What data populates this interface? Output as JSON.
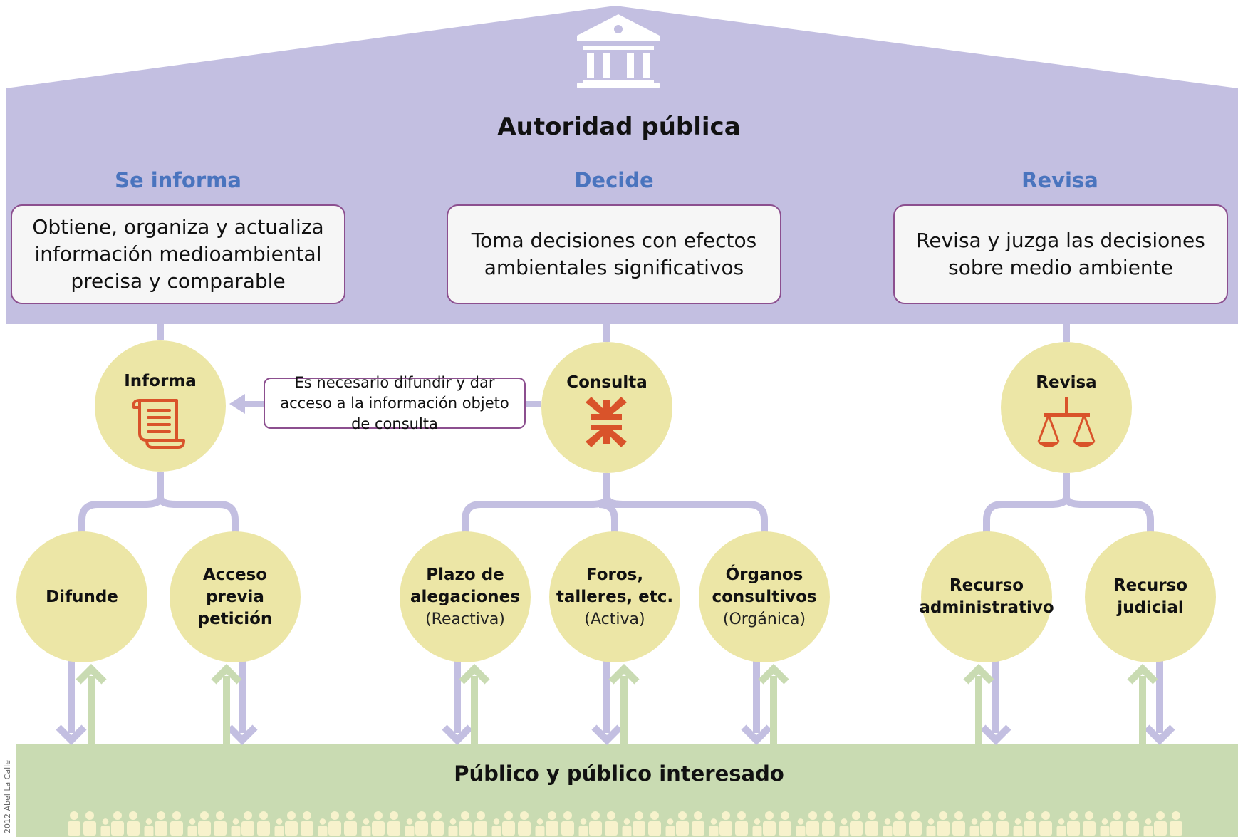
{
  "header": {
    "title": "Autoridad pública"
  },
  "columns": [
    {
      "heading": "Se informa",
      "description": "Obtiene, organiza y actualiza información medioambiental precisa y comparable"
    },
    {
      "heading": "Decide",
      "description": "Toma decisiones con efectos ambientales significativos"
    },
    {
      "heading": "Revisa",
      "description": "Revisa y juzga las decisiones sobre medio ambiente"
    }
  ],
  "hubs": [
    {
      "label": "Informa",
      "icon": "scroll-icon"
    },
    {
      "label": "Consulta",
      "icon": "arrows-inward-icon"
    },
    {
      "label": "Revisa",
      "icon": "scales-icon"
    }
  ],
  "note": "Es necesario difundir y dar acceso a la información objeto de consulta",
  "leaves": [
    {
      "lines": [
        "Difunde"
      ],
      "sub": ""
    },
    {
      "lines": [
        "Acceso",
        "previa",
        "petición"
      ],
      "sub": ""
    },
    {
      "lines": [
        "Plazo de",
        "alegaciones"
      ],
      "sub": "(Reactiva)"
    },
    {
      "lines": [
        "Foros,",
        "talleres, etc."
      ],
      "sub": "(Activa)"
    },
    {
      "lines": [
        "Órganos",
        "consultivos"
      ],
      "sub": "(Orgánica)"
    },
    {
      "lines": [
        "Recurso",
        "administrativo"
      ],
      "sub": ""
    },
    {
      "lines": [
        "Recurso",
        "judicial"
      ],
      "sub": ""
    }
  ],
  "footer": {
    "title": "Público  y   público interesado",
    "credit": "2012 Abel La Calle"
  },
  "colors": {
    "roof": "#c3bfe1",
    "ground": "#c9dbb2",
    "circle": "#ece6a6",
    "connector_down": "#c3bfe1",
    "connector_up": "#c9dbb2",
    "icon": "#d9532a",
    "heading": "#4a74be",
    "box_border": "#8c4f8f",
    "crowd": "#f7f2cc"
  }
}
